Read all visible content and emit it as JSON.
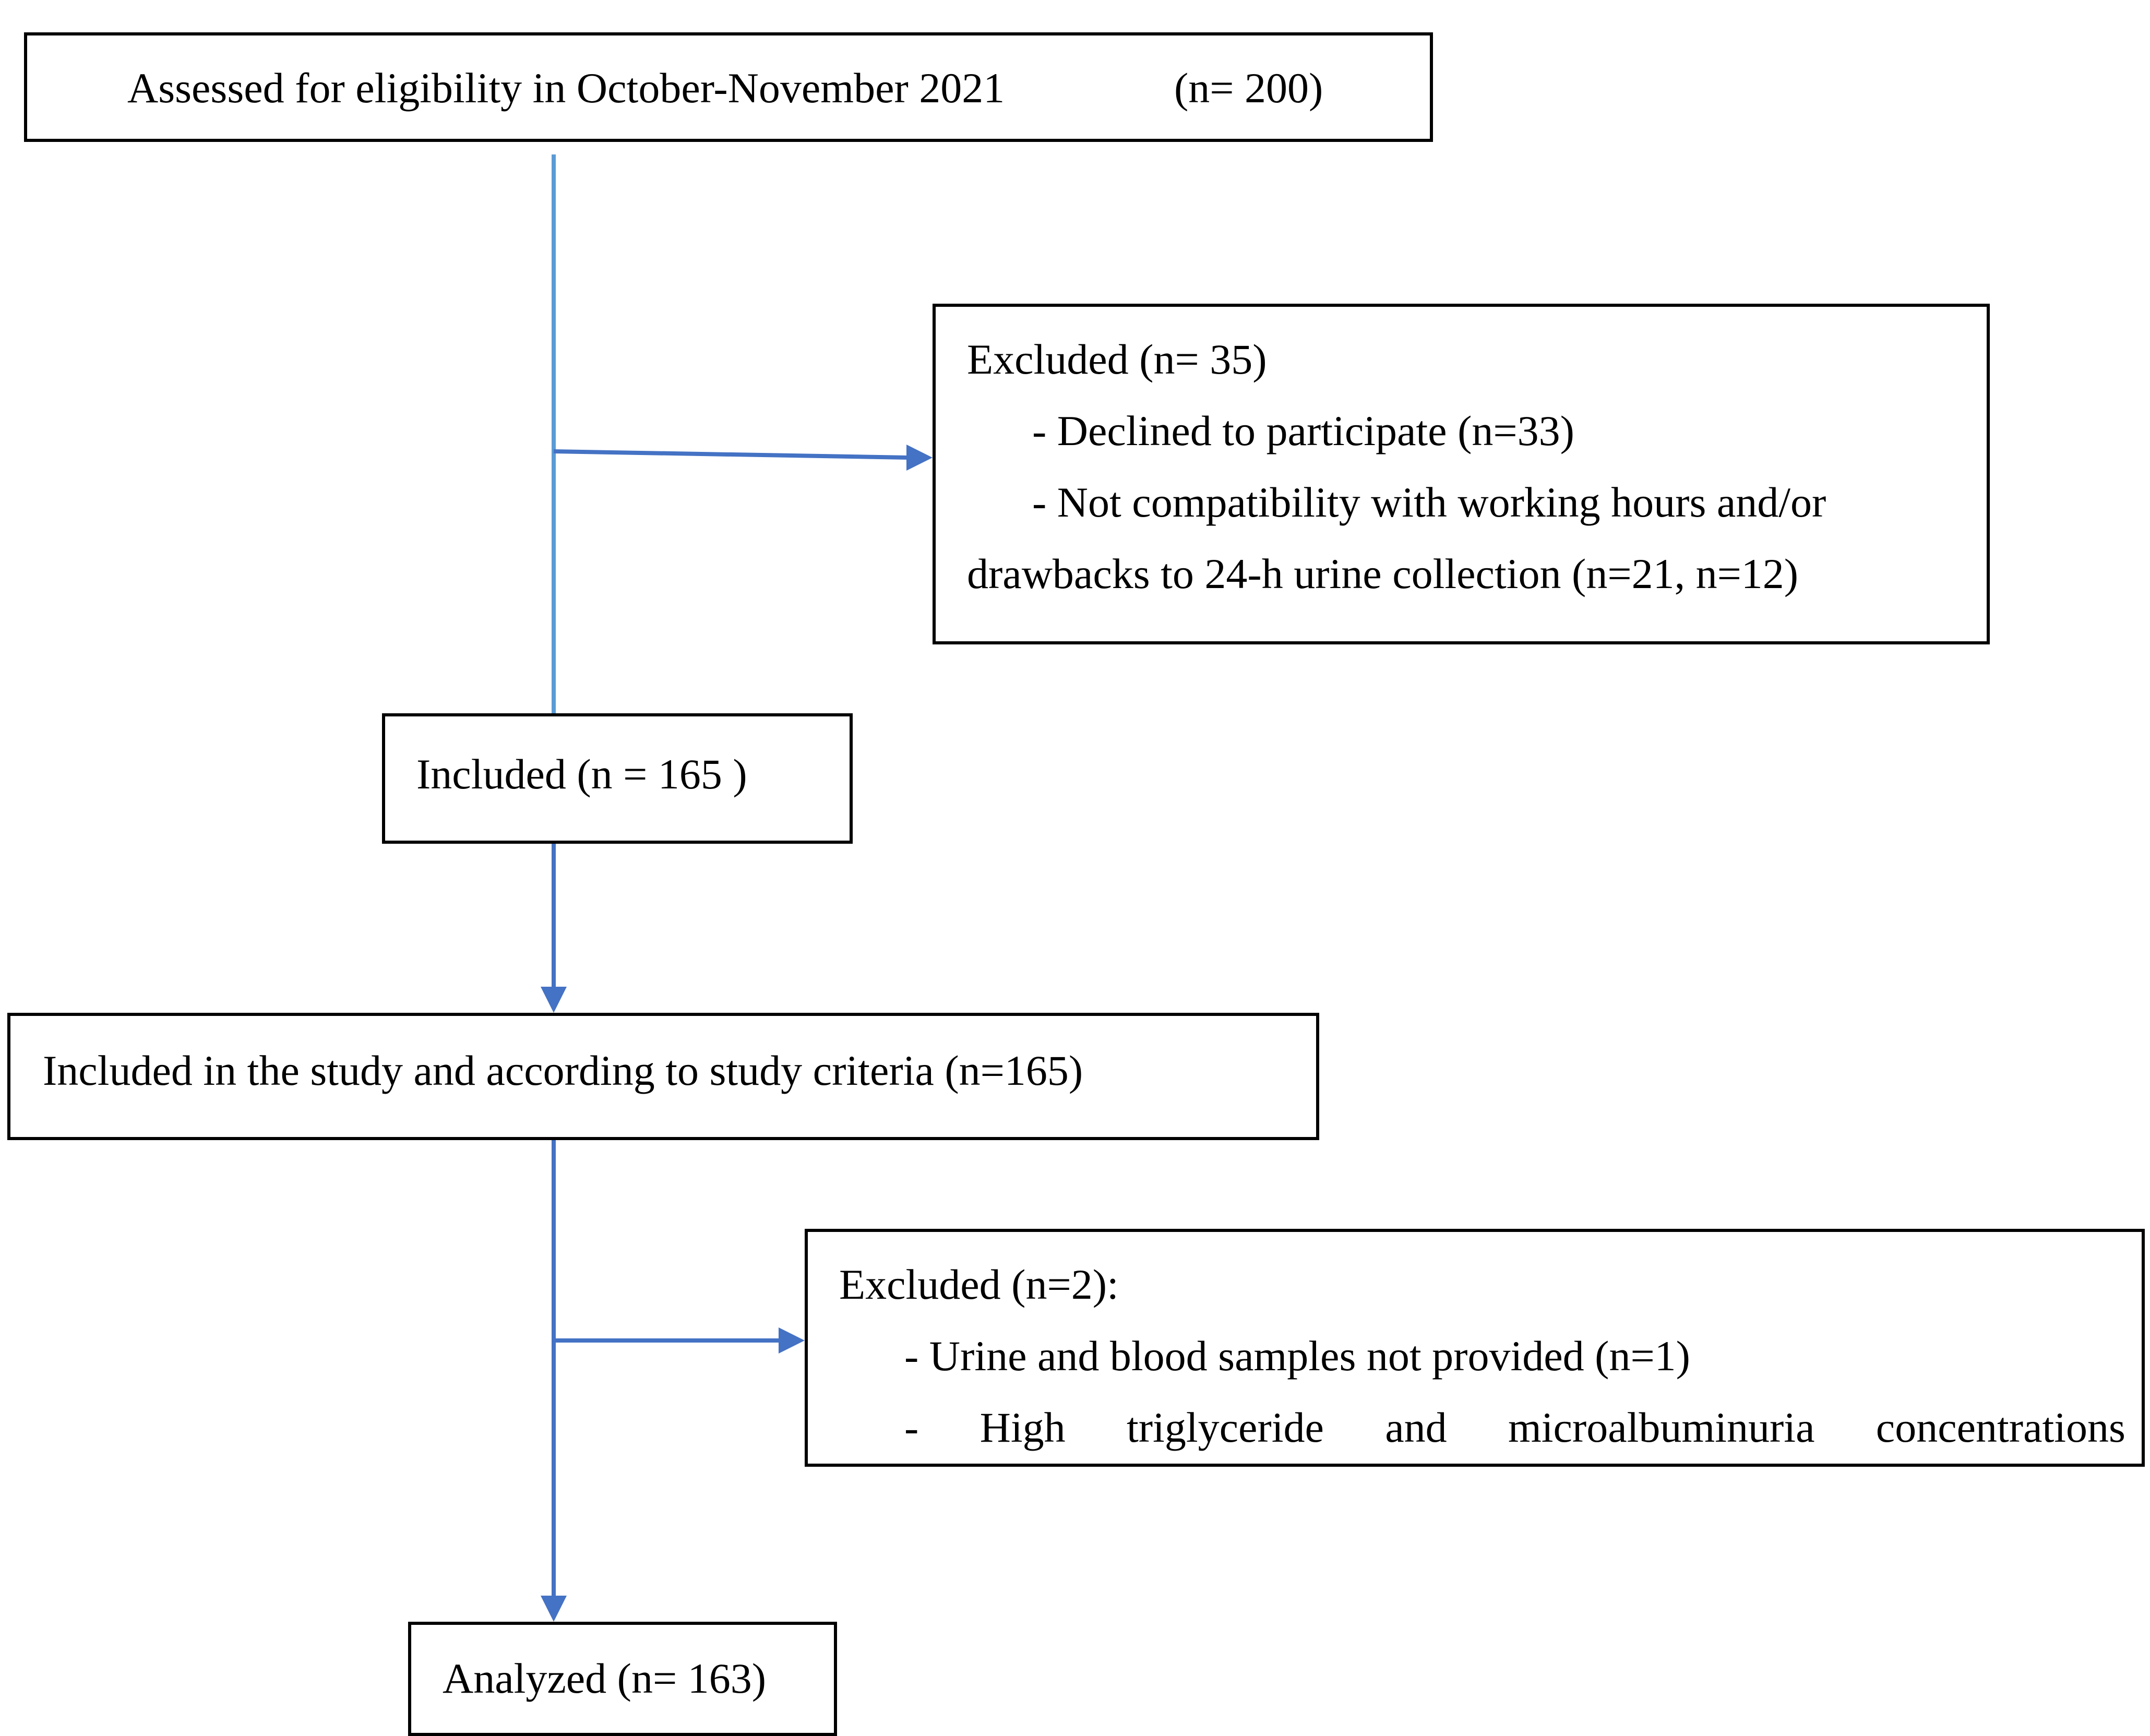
{
  "colors": {
    "border": "#000000",
    "connector_light": "#5b9bd5",
    "connector": "#4472c4"
  },
  "boxes": {
    "assessed": {
      "text": "Assessed for eligibility in October-November 2021",
      "count": "(n= 200)"
    },
    "excluded_first": {
      "title": "Excluded (n= 35)",
      "line1": "- Declined to participate (n=33)",
      "line2": "- Not compatibility with working hours and/or",
      "line3": "drawbacks to 24-h urine collection (n=21, n=12)"
    },
    "included": {
      "text": "Included (n = 165 )"
    },
    "included_study": {
      "text": "Included in the study and according to study criteria (n=165)"
    },
    "excluded_second": {
      "title": "Excluded (n=2):",
      "line1": "- Urine and blood samples not provided (n=1)",
      "line2_words": [
        "-",
        "High",
        "triglyceride",
        "and",
        "microalbuminuria",
        "concentrations"
      ]
    },
    "analyzed": {
      "text": "Analyzed (n= 163)"
    }
  }
}
